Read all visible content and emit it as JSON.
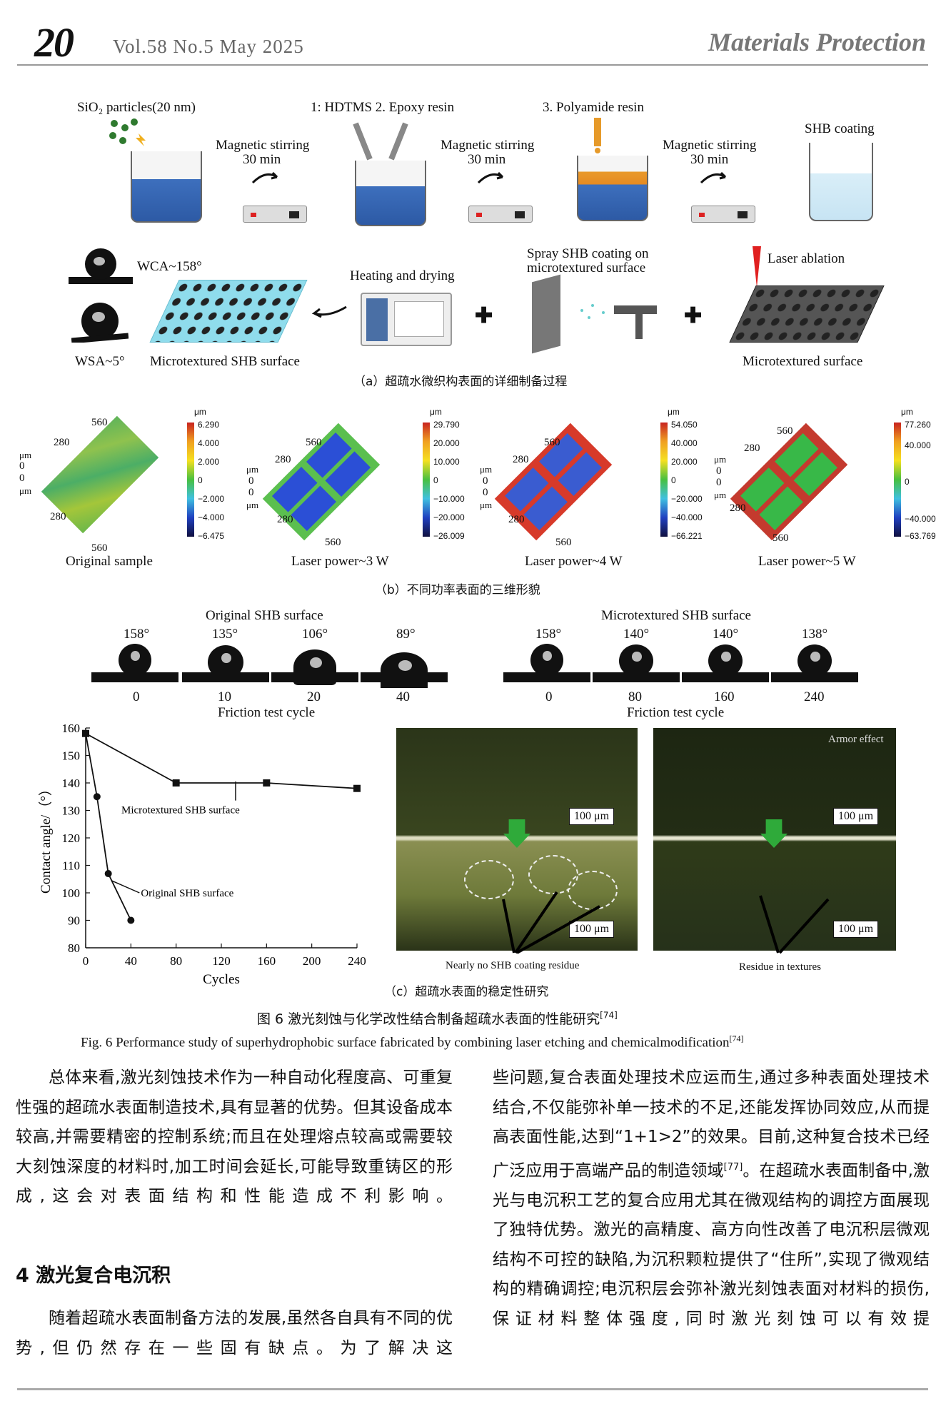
{
  "header": {
    "page_number": "20",
    "issue": "Vol.58  No.5  May 2025",
    "journal": "Materials Protection"
  },
  "panel_a": {
    "sio2": "SiO₂ particles(20 nm)",
    "step1": "1: HDTMS   2. Epoxy resin",
    "step3": "3. Polyamide resin",
    "stir1": "Magnetic stirring",
    "stir1_time": "30 min",
    "stir2": "Magnetic stirring",
    "stir2_time": "30 min",
    "stir3": "Magnetic stirring",
    "stir3_time": "30 min",
    "shb_coating": "SHB coating",
    "wca": "WCA~158°",
    "wsa": "WSA~5°",
    "heating": "Heating and drying",
    "spray": "Spray SHB coating on",
    "spray2": "microtextured surface",
    "laser_ablation": "Laser ablation",
    "micro_shb": "Microtextured SHB surface",
    "micro_surface": "Microtextured surface",
    "caption": "（a）超疏水微织构表面的详细制备过程"
  },
  "panel_b": {
    "maps": [
      {
        "name": "Original sample",
        "unit": "μm",
        "ticks": [
          "6.290",
          "4.000",
          "2.000",
          "0",
          "−2.000",
          "−4.000",
          "−6.475"
        ]
      },
      {
        "name": "Laser power~3 W",
        "unit": "μm",
        "ticks": [
          "29.790",
          "20.000",
          "10.000",
          "0",
          "−10.000",
          "−20.000",
          "−26.009"
        ]
      },
      {
        "name": "Laser power~4 W",
        "unit": "μm",
        "ticks": [
          "54.050",
          "40.000",
          "20.000",
          "0",
          "−20.000",
          "−40.000",
          "−66.221"
        ]
      },
      {
        "name": "Laser power~5 W",
        "unit": "μm",
        "ticks": [
          "77.260",
          "40.000",
          "0",
          "−40.000",
          "−63.769"
        ]
      }
    ],
    "axis": {
      "a": "560",
      "b": "280",
      "c": "0",
      "d": "μm"
    },
    "caption": "（b）不同功率表面的三维形貌"
  },
  "panel_c": {
    "original_title": "Original SHB surface",
    "micro_title": "Microtextured SHB surface",
    "friction_label": "Friction test cycle",
    "original_drops": [
      {
        "angle": "158°",
        "cycle": "0"
      },
      {
        "angle": "135°",
        "cycle": "10"
      },
      {
        "angle": "106°",
        "cycle": "20"
      },
      {
        "angle": "89°",
        "cycle": "40"
      }
    ],
    "micro_drops": [
      {
        "angle": "158°",
        "cycle": "0"
      },
      {
        "angle": "140°",
        "cycle": "80"
      },
      {
        "angle": "140°",
        "cycle": "160"
      },
      {
        "angle": "138°",
        "cycle": "240"
      }
    ],
    "armor": "Armor effect",
    "scale": "100 μm",
    "nearly_no": "Nearly no SHB coating residue",
    "residue": "Residue in textures",
    "caption": "（c）超疏水表面的稳定性研究"
  },
  "chart_data": {
    "type": "line",
    "xlabel": "Cycles",
    "ylabel": "Contact angle/（°）",
    "xlim": [
      0,
      240
    ],
    "ylim": [
      80,
      160
    ],
    "xticks": [
      "0",
      "40",
      "80",
      "120",
      "160",
      "200",
      "240"
    ],
    "yticks": [
      "80",
      "90",
      "100",
      "110",
      "120",
      "130",
      "140",
      "150",
      "160"
    ],
    "series": [
      {
        "name": "Microtextured SHB surface",
        "marker": "square",
        "x": [
          0,
          80,
          160,
          240
        ],
        "y": [
          158,
          140,
          140,
          138
        ]
      },
      {
        "name": "Original SHB surface",
        "marker": "circle",
        "x": [
          0,
          10,
          20,
          40
        ],
        "y": [
          158,
          135,
          107,
          90
        ]
      }
    ]
  },
  "figure": {
    "caption_cn": "图 6   激光刻蚀与化学改性结合制备超疏水表面的性能研究",
    "caption_cn_ref": "[74]",
    "caption_en": "Fig. 6   Performance study of superhydrophobic surface fabricated by combining laser etching and chemicalmodification",
    "caption_en_ref": "[74]"
  },
  "body": {
    "left_p1": "总体来看,激光刻蚀技术作为一种自动化程度高、可重复性强的超疏水表面制造技术,具有显著的优势。但其设备成本较高,并需要精密的控制系统;而且在处理熔点较高或需要较大刻蚀深度的材料时,加工时间会延长,可能导致重铸区的形成,这会对表面结构和性能造成不利影响。",
    "section": "4   激光复合电沉积",
    "left_p2": "随着超疏水表面制备方法的发展,虽然各自具有不同的优势,但仍然存在一些固有缺点。为了解决这",
    "right_p1a": "些问题,复合表面处理技术应运而生,通过多种表面处理技术结合,不仅能弥补单一技术的不足,还能发挥协同效应,从而提高表面性能,达到“1+1>2”的效果。目前,这种复合技术已经广泛应用于高端产品的制造领域",
    "right_ref": "[77]",
    "right_p1b": "。在超疏水表面制备中,激光与电沉积工艺的复合应用尤其在微观结构的调控方面展现了独特优势。激光的高精度、高方向性改善了电沉积层微观结构不可控的缺陷,为沉积颗粒提供了“住所”,实现了微观结构的精确调控;电沉积层会弥补激光刻蚀表面对材料的损伤,保证材料整体强度,同时激光刻蚀可以有效提"
  }
}
